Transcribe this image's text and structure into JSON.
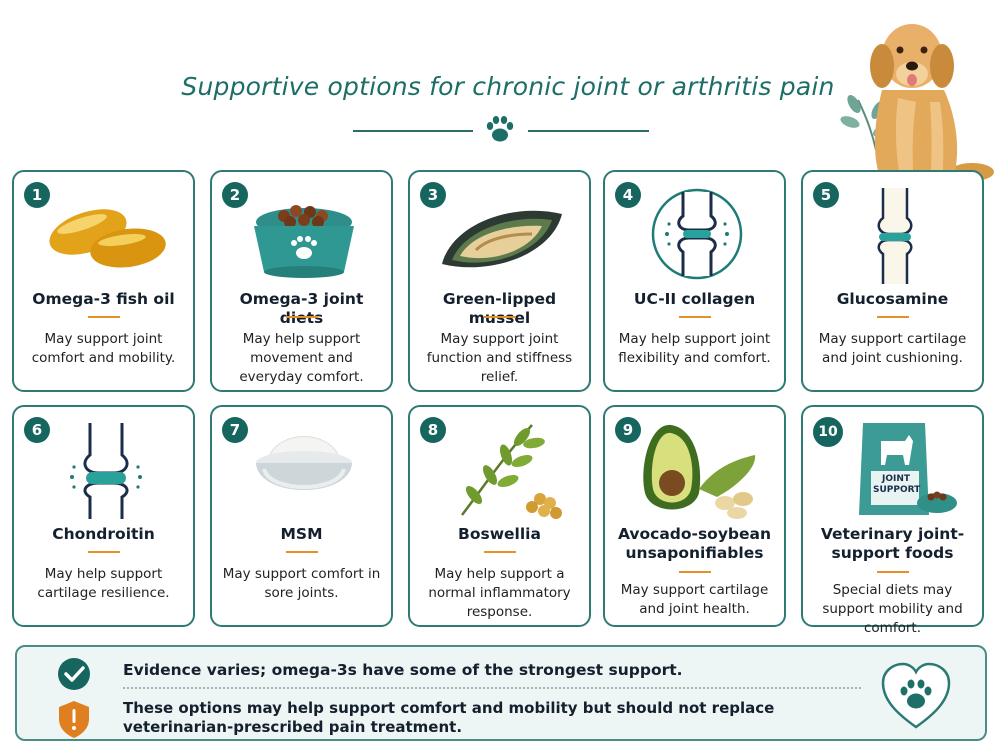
{
  "title": "Supportive options for chronic joint or arthritis pain",
  "cards": [
    {
      "num": "1",
      "name": "Omega-3 fish oil",
      "desc": "May support joint comfort and mobility."
    },
    {
      "num": "2",
      "name": "Omega-3 joint diets",
      "desc": "May help support movement and everyday comfort."
    },
    {
      "num": "3",
      "name": "Green-lipped mussel",
      "desc": "May support joint function and stiffness relief."
    },
    {
      "num": "4",
      "name": "UC-II collagen",
      "desc": "May help support joint flexibility and comfort."
    },
    {
      "num": "5",
      "name": "Glucosamine",
      "desc": "May support cartilage and joint cushioning."
    },
    {
      "num": "6",
      "name": "Chondroitin",
      "desc": "May help support cartilage resilience."
    },
    {
      "num": "7",
      "name": "MSM",
      "desc": "May support comfort in sore joints."
    },
    {
      "num": "8",
      "name": "Boswellia",
      "desc": "May help support a normal inflammatory response."
    },
    {
      "num": "9",
      "name": "Avocado-soybean unsaponifiables",
      "desc": "May support cartilage and joint health."
    },
    {
      "num": "10",
      "name": "Veterinary joint-support foods",
      "desc": "Special diets may support mobility and comfort."
    }
  ],
  "bag_label": "JOINT SUPPORT",
  "footer": {
    "note1": "Evidence varies; omega-3s have some of the strongest support.",
    "note2": "These options may help support comfort and mobility but should not replace veterinarian-prescribed pain treatment."
  },
  "colors": {
    "teal": "#16655f",
    "accent": "#e49024",
    "border": "#2f7a75",
    "footer_bg": "#eef6f5"
  },
  "icons": [
    "paw-icon",
    "dog-illustration",
    "leaf-icon",
    "fish-oil-capsules-icon",
    "food-bowl-icon",
    "mussel-icon",
    "joint-icon",
    "powder-bowl-icon",
    "boswellia-leaf-icon",
    "avocado-soybean-icon",
    "food-bag-icon",
    "check-icon",
    "warning-shield-icon",
    "heart-paw-icon"
  ]
}
